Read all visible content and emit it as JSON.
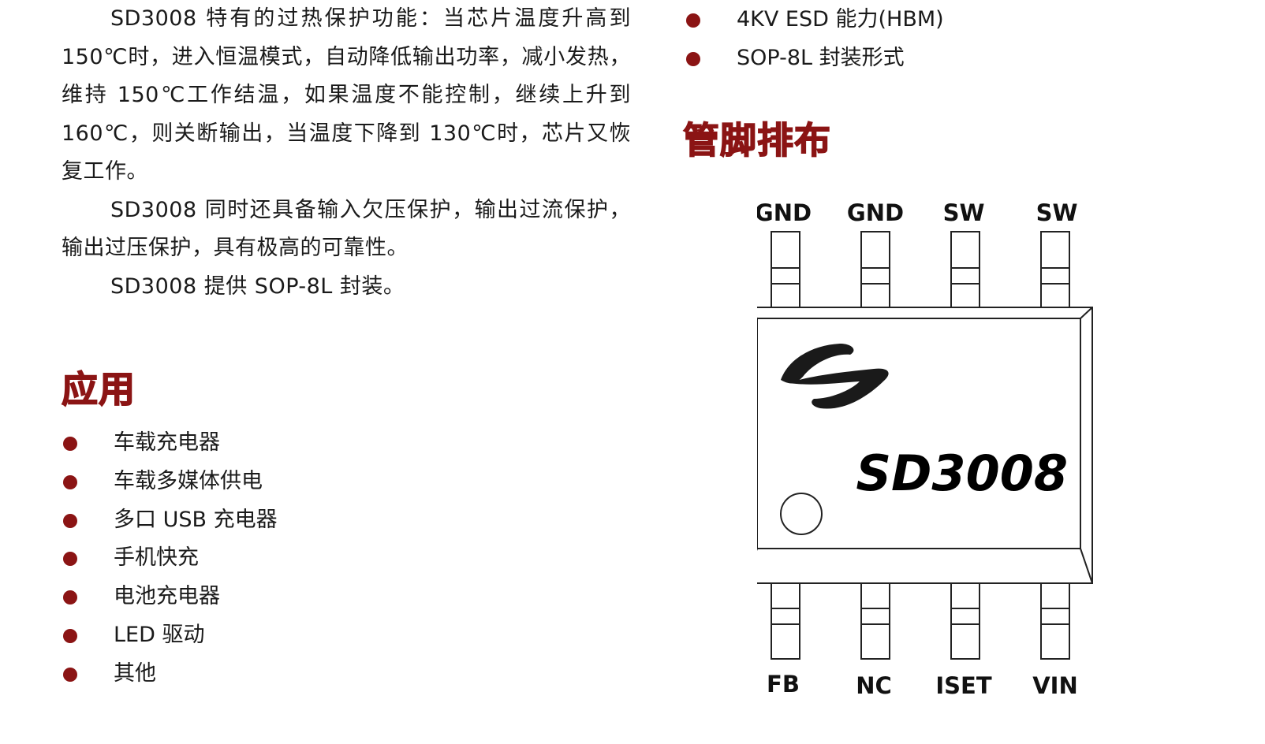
{
  "description": {
    "p1": "SD3008 特有的过热保护功能：当芯片温度升高到 150℃时，进入恒温模式，自动降低输出功率，减小发热，维持 150℃工作结温，如果温度不能控制，继续上升到 160℃，则关断输出，当温度下降到 130℃时，芯片又恢复工作。",
    "p2": "SD3008 同时还具备输入欠压保护，输出过流保护，输出过压保护，具有极高的可靠性。",
    "p3": "SD3008 提供 SOP-8L 封装。"
  },
  "features": {
    "items": [
      "4KV ESD 能力(HBM)",
      "SOP-8L 封装形式"
    ]
  },
  "applications": {
    "title": "应用",
    "items": [
      "车载充电器",
      "车载多媒体供电",
      "多口 USB 充电器",
      "手机快充",
      "电池充电器",
      "LED 驱动",
      "其他"
    ]
  },
  "pinout": {
    "title": "管脚排布",
    "chip_marking": "SD3008",
    "top_pins": [
      "GND",
      "GND",
      "SW",
      "SW"
    ],
    "bottom_pins": [
      "FB",
      "NC",
      "ISET",
      "VIN"
    ]
  },
  "colors": {
    "accent": "#8b1414"
  }
}
